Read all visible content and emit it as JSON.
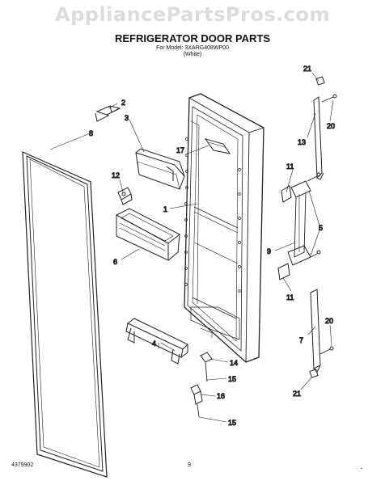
{
  "watermark": "AppliancePartsPros.com",
  "title": "REFRIGERATOR DOOR PARTS",
  "model_line": "For Model: 3XARG408WP00",
  "color_line": "(White)",
  "footer_left": "4379902",
  "footer_center": "9",
  "footer_right": "▪",
  "callouts": {
    "c1": "1",
    "c2": "2",
    "c3": "3",
    "c4": "4",
    "c5": "5",
    "c6": "6",
    "c7": "7",
    "c8": "8",
    "c9": "9",
    "c11a": "11",
    "c11b": "11",
    "c12": "12",
    "c13": "13",
    "c14": "14",
    "c15a": "15",
    "c15b": "15",
    "c16": "16",
    "c17": "17",
    "c20a": "20",
    "c20b": "20",
    "c21a": "21",
    "c21b": "21"
  }
}
